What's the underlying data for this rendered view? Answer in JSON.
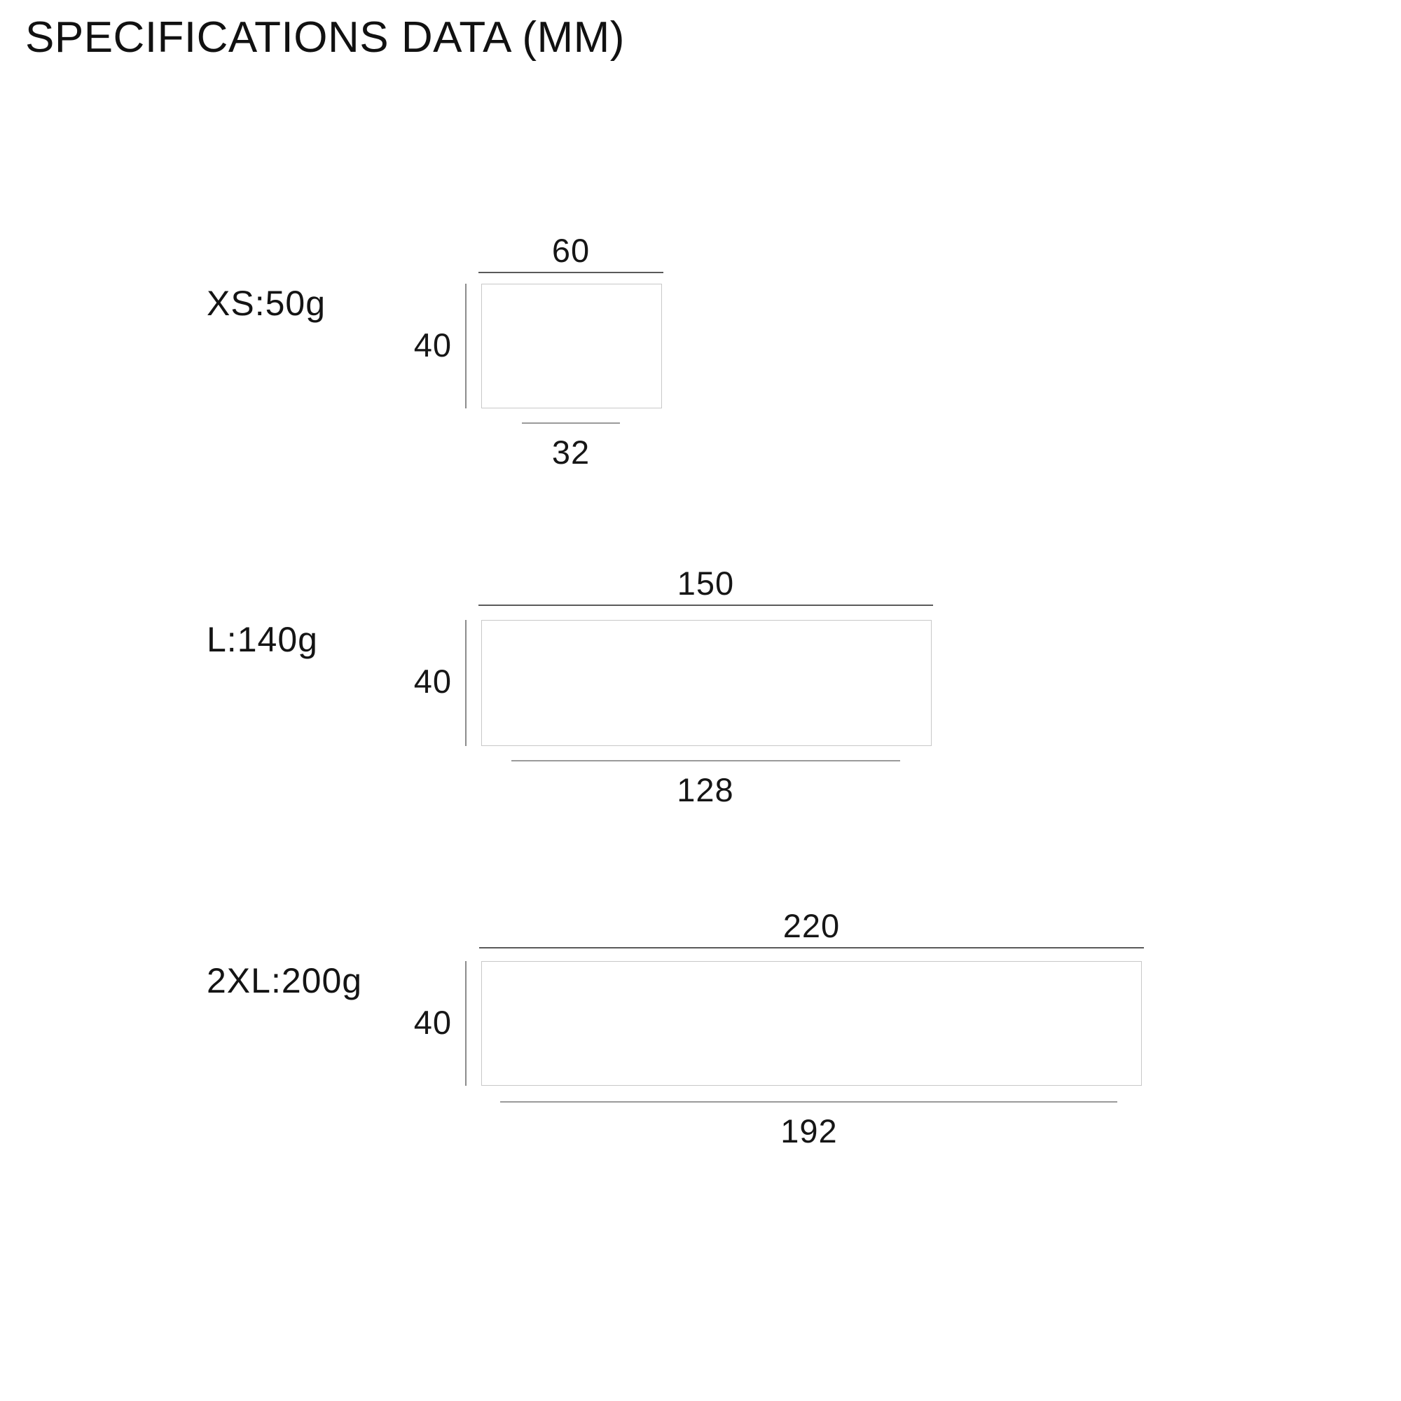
{
  "page": {
    "title": "SPECIFICATIONS DATA (MM)",
    "unit": "MM",
    "background_color": "#ffffff",
    "text_color": "#141414",
    "rect_stroke_color": "#c8c8c8",
    "dim_line_color": "#5a5a5a"
  },
  "chart_data": {
    "type": "table",
    "title": "SPECIFICATIONS DATA (MM)",
    "xlabel": "",
    "ylabel": "",
    "columns": [
      "size_weight",
      "top_width",
      "height",
      "bottom_width"
    ],
    "rows": [
      [
        "XS:50g",
        60,
        40,
        32
      ],
      [
        "L:140g",
        150,
        40,
        128
      ],
      [
        "2XL:200g",
        220,
        40,
        192
      ]
    ],
    "notes": "Technical drawing: each size shows an outlined rectangle with top width, left height, and bottom width dimensions in millimetres."
  },
  "groups": [
    {
      "label": "XS:50g",
      "top_dim": "60",
      "side_dim": "40",
      "bottom_dim": "32"
    },
    {
      "label": "L:140g",
      "top_dim": "150",
      "side_dim": "40",
      "bottom_dim": "128"
    },
    {
      "label": "2XL:200g",
      "top_dim": "220",
      "side_dim": "40",
      "bottom_dim": "192"
    }
  ]
}
